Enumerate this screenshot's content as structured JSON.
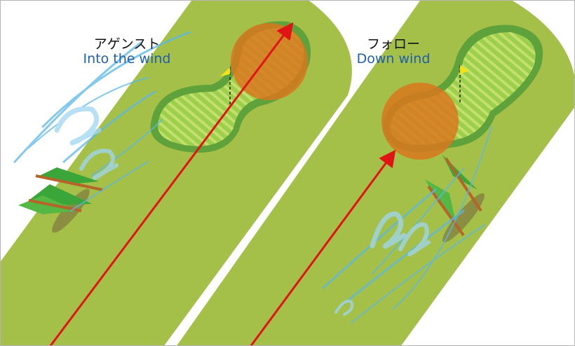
{
  "panels": [
    {
      "title_jp": "アゲンスト",
      "title_en": "Into the wind"
    },
    {
      "title_jp": "フォロー",
      "title_en": "Down wind"
    }
  ],
  "colors": {
    "fairway": "#a4c048",
    "green_border": "#5fa13a",
    "green": "#9ccf4a",
    "landing_zone": "#d9781f",
    "arrow": "#e01414",
    "wind": "#5ab8e8",
    "tree": "#3aa63a"
  }
}
